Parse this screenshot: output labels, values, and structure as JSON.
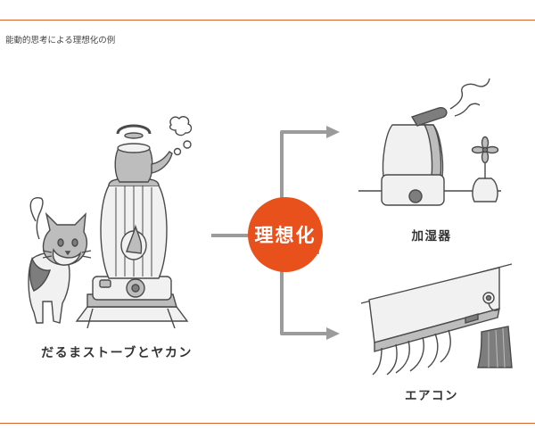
{
  "colors": {
    "rule": "#d9642a",
    "accent": "#e8501c",
    "arrow": "#9b9b9b",
    "line": "#4a4a4a",
    "fill_light": "#f1f1f1",
    "fill_mid": "#bdbdbd",
    "fill_dark": "#7d7d7d"
  },
  "caption": "能動的思考による理想化の例",
  "center": {
    "label": "理想化"
  },
  "source": {
    "label": "だるまストーブとヤカン",
    "icons": [
      "cat-icon",
      "stove-icon",
      "kettle-icon"
    ]
  },
  "outputs": [
    {
      "label": "加湿器",
      "icon": "humidifier-icon"
    },
    {
      "label": "エアコン",
      "icon": "air-conditioner-icon"
    }
  ]
}
